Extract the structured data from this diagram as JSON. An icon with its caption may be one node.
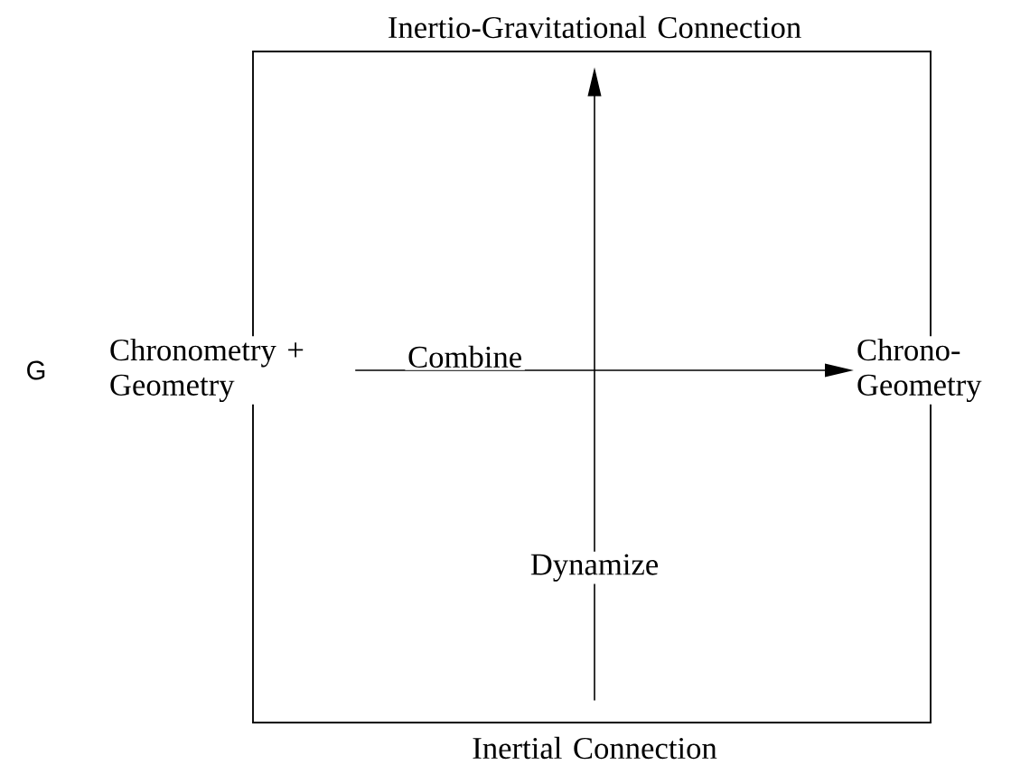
{
  "diagram": {
    "nodes": [
      {
        "text": [
          "Inertio-Gravitational Connection"
        ]
      },
      {
        "text": [
          "Chronometry + Geometry"
        ]
      },
      {
        "text": [
          "Chrono- Geometry"
        ]
      },
      {
        "text": [
          "Inertial Connection"
        ]
      }
    ],
    "edges": [
      {
        "from": 1,
        "to": 2,
        "arrow": "to",
        "label": "Combine"
      },
      {
        "from": 3,
        "to": 0,
        "arrow": "to",
        "label": "Dynamize"
      }
    ],
    "labels": [
      "G"
    ]
  }
}
